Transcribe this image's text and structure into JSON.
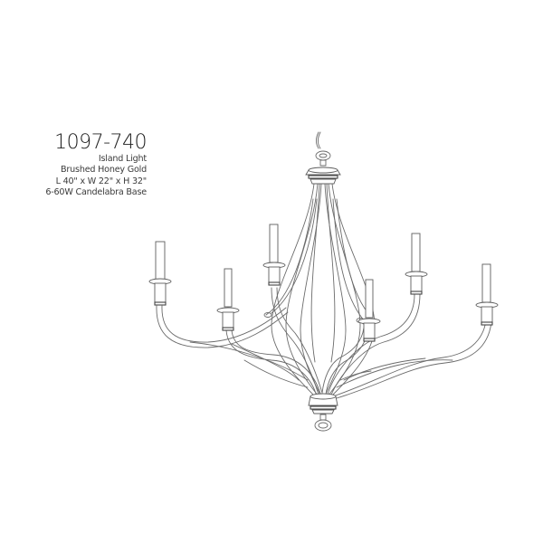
{
  "product": {
    "model_number": "1097-740",
    "type": "Island Light",
    "finish": "Brushed Honey Gold",
    "dimensions": "L 40\" x W 22\" x H 32\"",
    "bulbs": "6-60W Candelabra Base"
  },
  "drawing": {
    "subject": "six-light chandelier line drawing",
    "candle_count": 6,
    "stroke_color": "#6b6b6b",
    "background": "#ffffff"
  }
}
